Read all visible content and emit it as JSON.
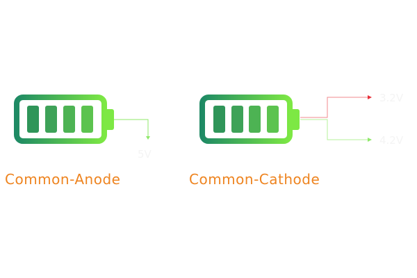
{
  "diagrams": [
    {
      "label": "Common-Anode",
      "outputs": [
        {
          "voltage": "5V",
          "color": "#8fe86a"
        }
      ]
    },
    {
      "label": "Common-Cathode",
      "outputs": [
        {
          "voltage": "3.2V",
          "color": "#e8303a"
        },
        {
          "voltage": "4.2V",
          "color": "#8fe86a"
        }
      ]
    }
  ],
  "colors": {
    "battery_start": "#1e8a64",
    "battery_end": "#7de844",
    "label": "#ee8420"
  },
  "battery_level_percent": 100
}
